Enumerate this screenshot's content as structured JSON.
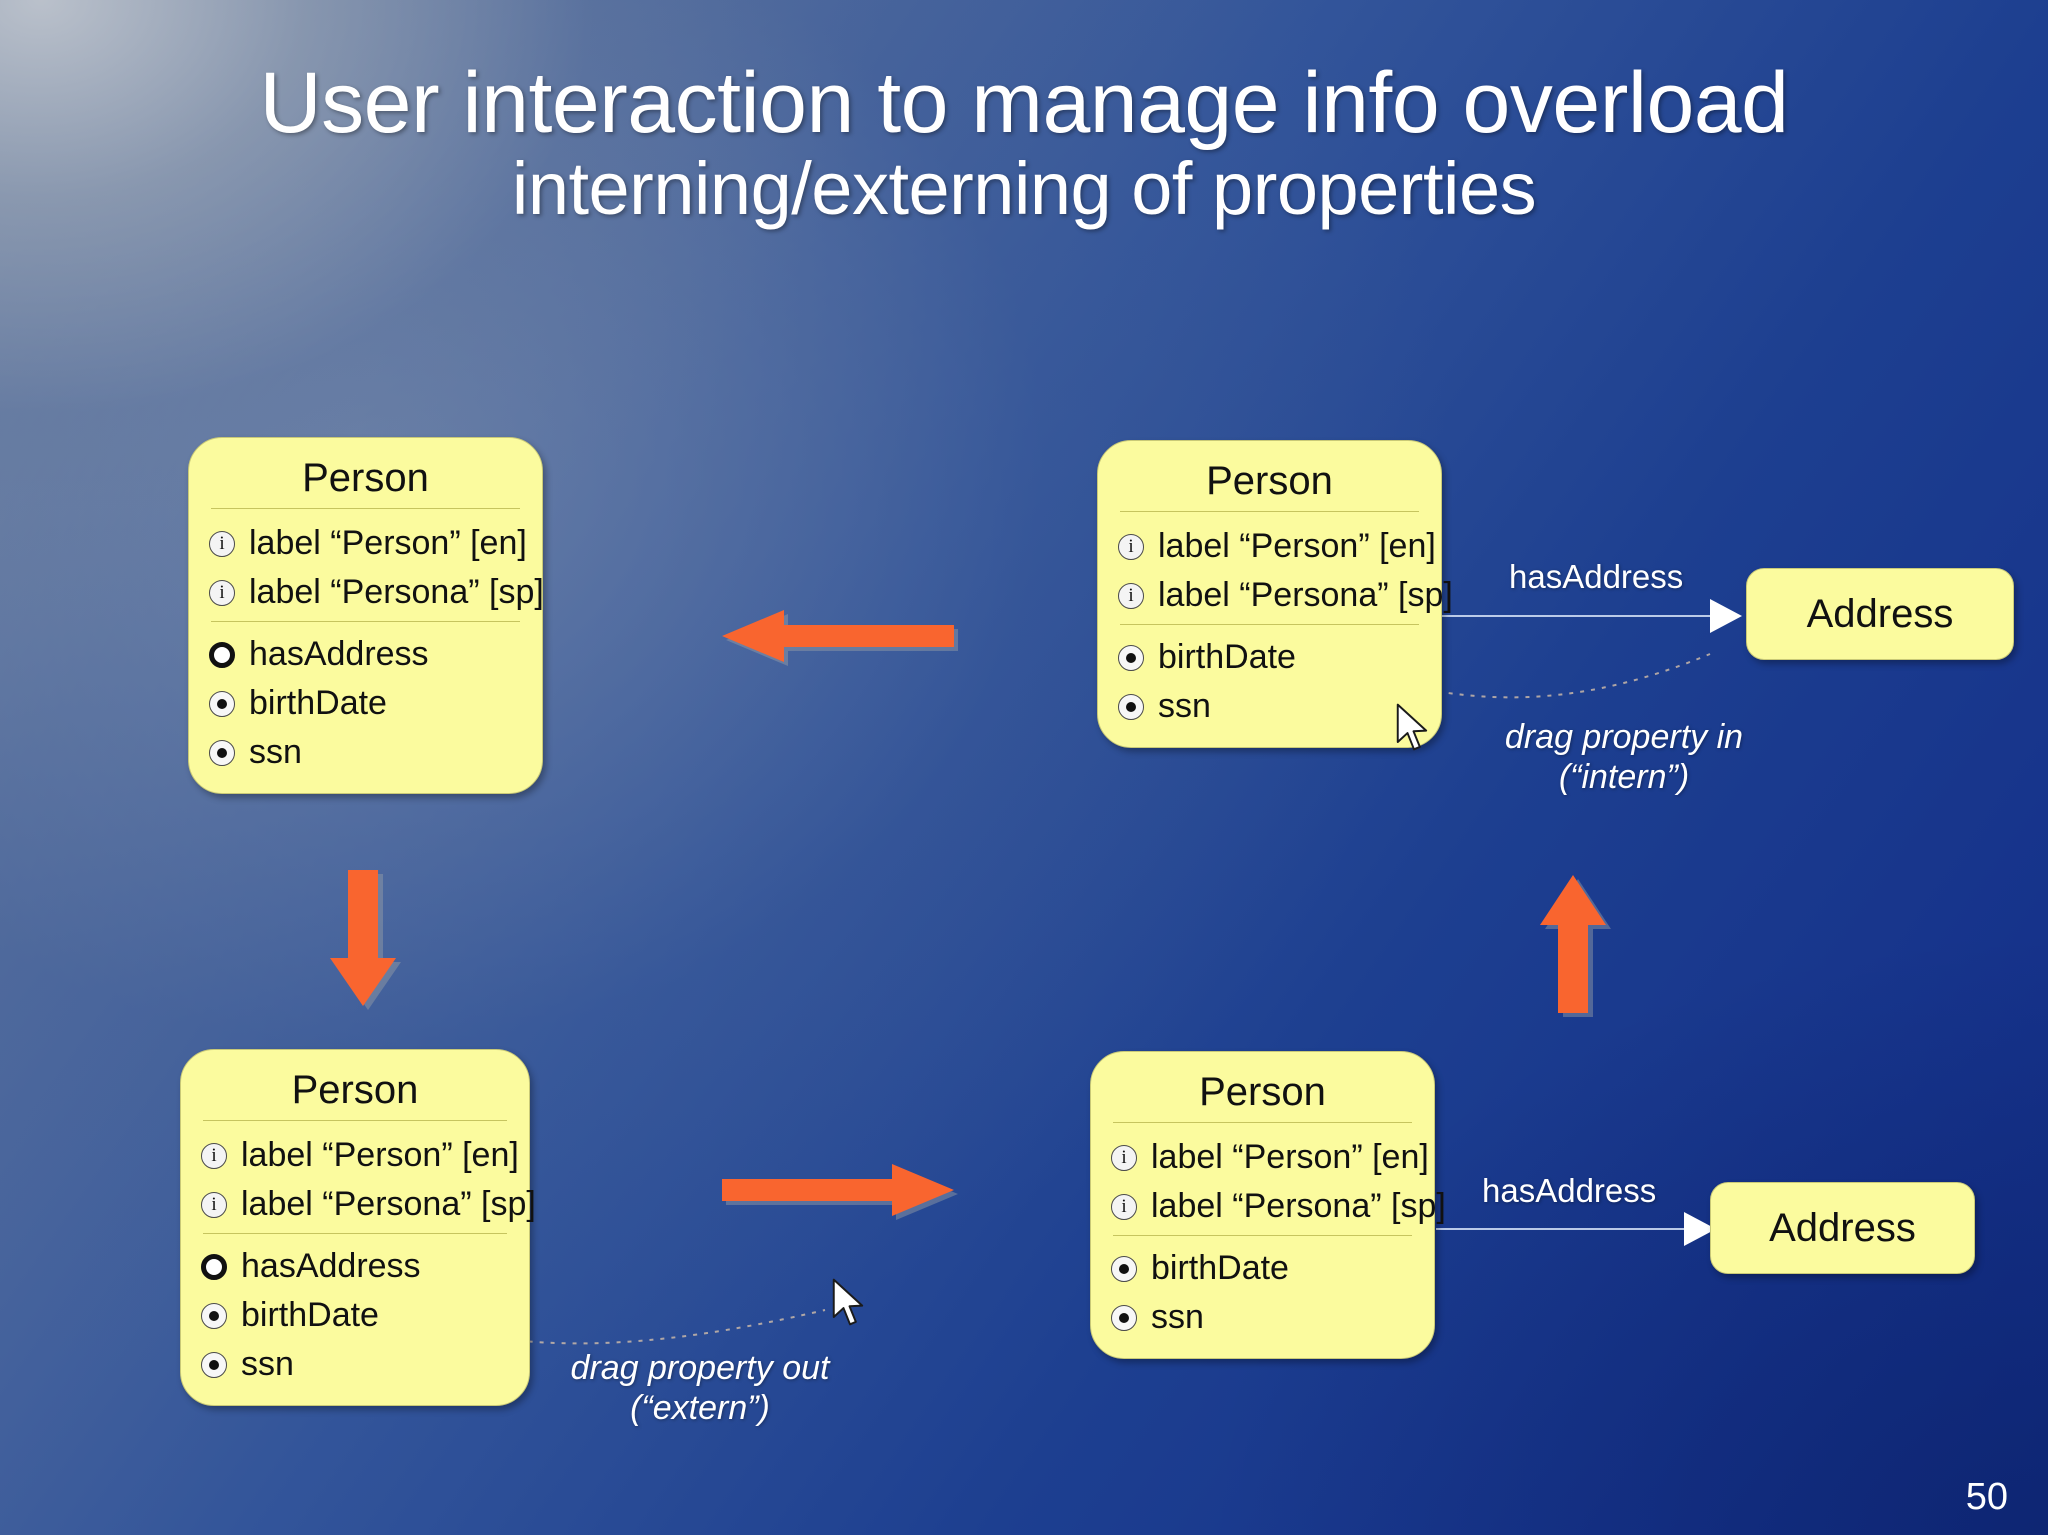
{
  "slide": {
    "title_line1": "User interaction to manage info overload",
    "title_line2": "interning/externing of properties",
    "page_number": "50",
    "background_color": "#17348c",
    "accent_orange": "#f9652f",
    "box_fill": "#fbfb9e"
  },
  "boxes": {
    "top_left": {
      "name": "Person",
      "annotations": [
        {
          "icon": "info-icon",
          "text": "label “Person” [en]"
        },
        {
          "icon": "info-icon",
          "text": "label “Persona” [sp]"
        }
      ],
      "properties": [
        {
          "icon": "object-property-icon",
          "text": "hasAddress"
        },
        {
          "icon": "datatype-property-icon",
          "text": "birthDate"
        },
        {
          "icon": "datatype-property-icon",
          "text": "ssn"
        }
      ]
    },
    "top_right": {
      "name": "Person",
      "annotations": [
        {
          "icon": "info-icon",
          "text": "label “Person” [en]"
        },
        {
          "icon": "info-icon",
          "text": "label “Persona” [sp]"
        }
      ],
      "properties": [
        {
          "icon": "datatype-property-icon",
          "text": "birthDate"
        },
        {
          "icon": "datatype-property-icon",
          "text": "ssn"
        }
      ]
    },
    "bottom_left": {
      "name": "Person",
      "annotations": [
        {
          "icon": "info-icon",
          "text": "label “Person” [en]"
        },
        {
          "icon": "info-icon",
          "text": "label “Persona” [sp]"
        }
      ],
      "properties": [
        {
          "icon": "object-property-icon",
          "text": "hasAddress"
        },
        {
          "icon": "datatype-property-icon",
          "text": "birthDate"
        },
        {
          "icon": "datatype-property-icon",
          "text": "ssn"
        }
      ]
    },
    "bottom_right": {
      "name": "Person",
      "annotations": [
        {
          "icon": "info-icon",
          "text": "label “Person” [en]"
        },
        {
          "icon": "info-icon",
          "text": "label “Persona” [sp]"
        }
      ],
      "properties": [
        {
          "icon": "datatype-property-icon",
          "text": "birthDate"
        },
        {
          "icon": "datatype-property-icon",
          "text": "ssn"
        }
      ]
    },
    "address_top": {
      "name": "Address"
    },
    "address_bottom": {
      "name": "Address"
    }
  },
  "relations": {
    "top": {
      "label": "hasAddress"
    },
    "bottom": {
      "label": "hasAddress"
    }
  },
  "notes": {
    "intern": {
      "line1": "drag property in",
      "line2": "(“intern”)"
    },
    "extern": {
      "line1": "drag property out",
      "line2": "(“extern”)"
    }
  }
}
